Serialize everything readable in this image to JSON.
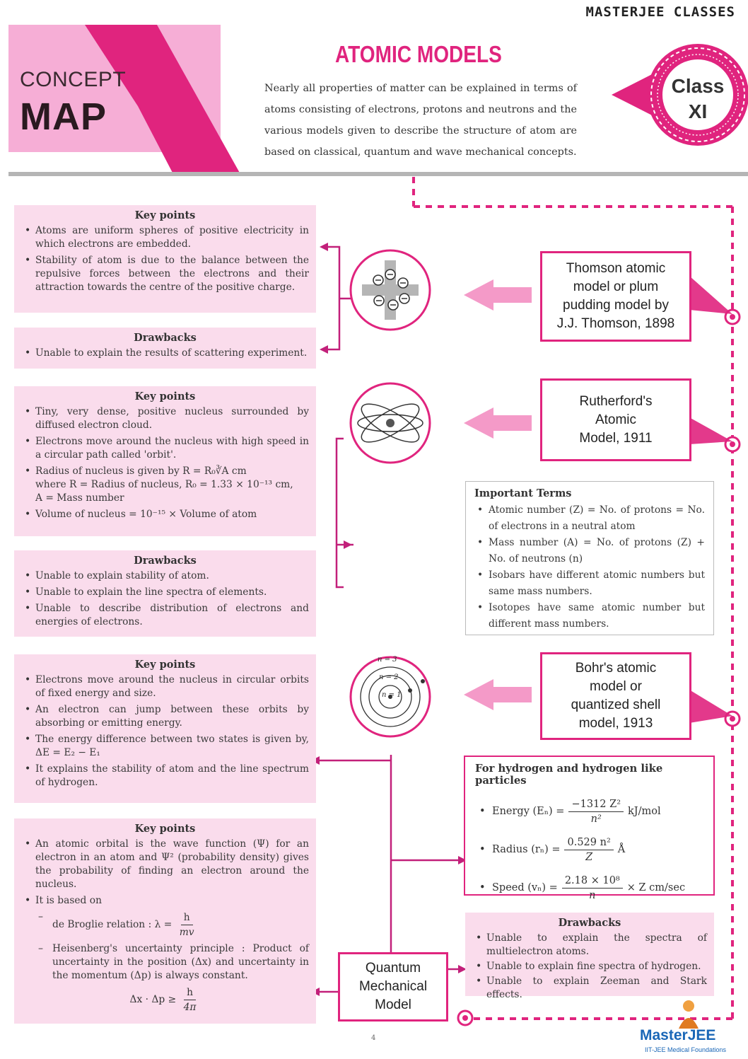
{
  "header": {
    "brand": "MASTERJEE CLASSES",
    "concept": "CONCEPT",
    "map": "MAP",
    "title": "ATOMIC MODELS",
    "intro": "Nearly all properties of matter can be explained in terms of atoms consisting of electrons, protons and neutrons and the various models given to describe the structure of atom are based on classical, quantum and wave mechanical concepts.",
    "class_label": "Class",
    "class_value": "XI"
  },
  "thomson": {
    "model_lines": [
      "Thomson atomic",
      "model or plum",
      "pudding model by",
      "J.J. Thomson, 1898"
    ],
    "key_title": "Key points",
    "key_points": [
      "Atoms are uniform spheres of positive electricity in which electrons are embedded.",
      "Stability of atom is due to the balance between the repulsive forces between the electrons and their attraction towards the centre of the positive charge."
    ],
    "drawbacks_title": "Drawbacks",
    "drawbacks": [
      "Unable to explain the results of scattering experiment."
    ]
  },
  "rutherford": {
    "model_lines": [
      "Rutherford's",
      "Atomic",
      "Model, 1911"
    ],
    "key_title": "Key points",
    "key_points": [
      "Tiny, very dense, positive nucleus surrounded by diffused electron cloud.",
      "Electrons move around the nucleus with high speed in a circular path called 'orbit'.",
      "Radius of nucleus is given by  R = R₀∛A cm",
      "Volume of nucleus = 10⁻¹⁵ × Volume of atom"
    ],
    "radius_where": "where R = Radius of nucleus, R₀ = 1.33 × 10⁻¹³ cm,",
    "radius_mass": "A = Mass number",
    "drawbacks_title": "Drawbacks",
    "drawbacks": [
      "Unable to explain stability of atom.",
      "Unable to explain the line spectra of elements.",
      "Unable to describe distribution of electrons and energies of electrons."
    ],
    "important_title": "Important Terms",
    "important_terms": [
      "Atomic number (Z) = No. of protons = No. of electrons in a neutral atom",
      "Mass number (A) = No. of protons (Z) + No. of neutrons (n)",
      "Isobars have different atomic numbers but same mass numbers.",
      "Isotopes have same atomic number but different mass numbers."
    ]
  },
  "bohr": {
    "model_lines": [
      "Bohr's atomic",
      "model or",
      "quantized shell",
      "model, 1913"
    ],
    "key_title": "Key points",
    "key_points": [
      "Electrons move around the nucleus in circular orbits of fixed energy and size.",
      "An electron can jump between these orbits by absorbing or emitting energy.",
      "The energy difference between two states is given by, ΔE = E₂ − E₁",
      "It explains the stability of atom and the line spectrum of hydrogen."
    ],
    "orbit_labels": [
      "n = 3",
      "n = 2",
      "n = 1"
    ],
    "hydrogen_title": "For hydrogen and hydrogen like particles",
    "energy_label": "Energy (Eₙ) =",
    "energy_num": "−1312 Z²",
    "energy_den": "n²",
    "energy_unit": "kJ/mol",
    "radius_label": "Radius (rₙ) =",
    "radius_num": "0.529 n²",
    "radius_den": "Z",
    "radius_unit": "Å",
    "speed_label": "Speed (vₙ) =",
    "speed_num": "2.18 × 10⁸",
    "speed_den": "n",
    "speed_unit": "× Z cm/sec",
    "drawbacks_title": "Drawbacks",
    "drawbacks": [
      "Unable to explain the spectra of multielectron atoms.",
      "Unable to explain fine spectra of hydrogen.",
      "Unable to explain Zeeman and Stark effects."
    ]
  },
  "quantum": {
    "model_lines": [
      "Quantum",
      "Mechanical",
      "Model"
    ],
    "key_title": "Key points",
    "point_1": "An atomic orbital is the wave function (Ψ) for an electron in an atom and Ψ² (probability density) gives the probability of finding an electron around the nucleus.",
    "point_2": "It is based on",
    "debroglie": "de Broglie relation : λ =",
    "debroglie_num": "h",
    "debroglie_den": "mv",
    "heisenberg": "Heisenberg's uncertainty principle : Product of uncertainty in the position (Δx) and uncertainty in the momentum (Δp) is always constant.",
    "uncert_lhs": "Δx · Δp ≥",
    "uncert_num": "h",
    "uncert_den": "4π"
  },
  "footer": {
    "logo": "MasterJEE",
    "tagline": "IIT-JEE Medical Foundations",
    "page": "4"
  },
  "colors": {
    "accent": "#e0247e",
    "light": "#fadcec",
    "banner": "#f6aed6",
    "arrow": "#f48cc0"
  }
}
